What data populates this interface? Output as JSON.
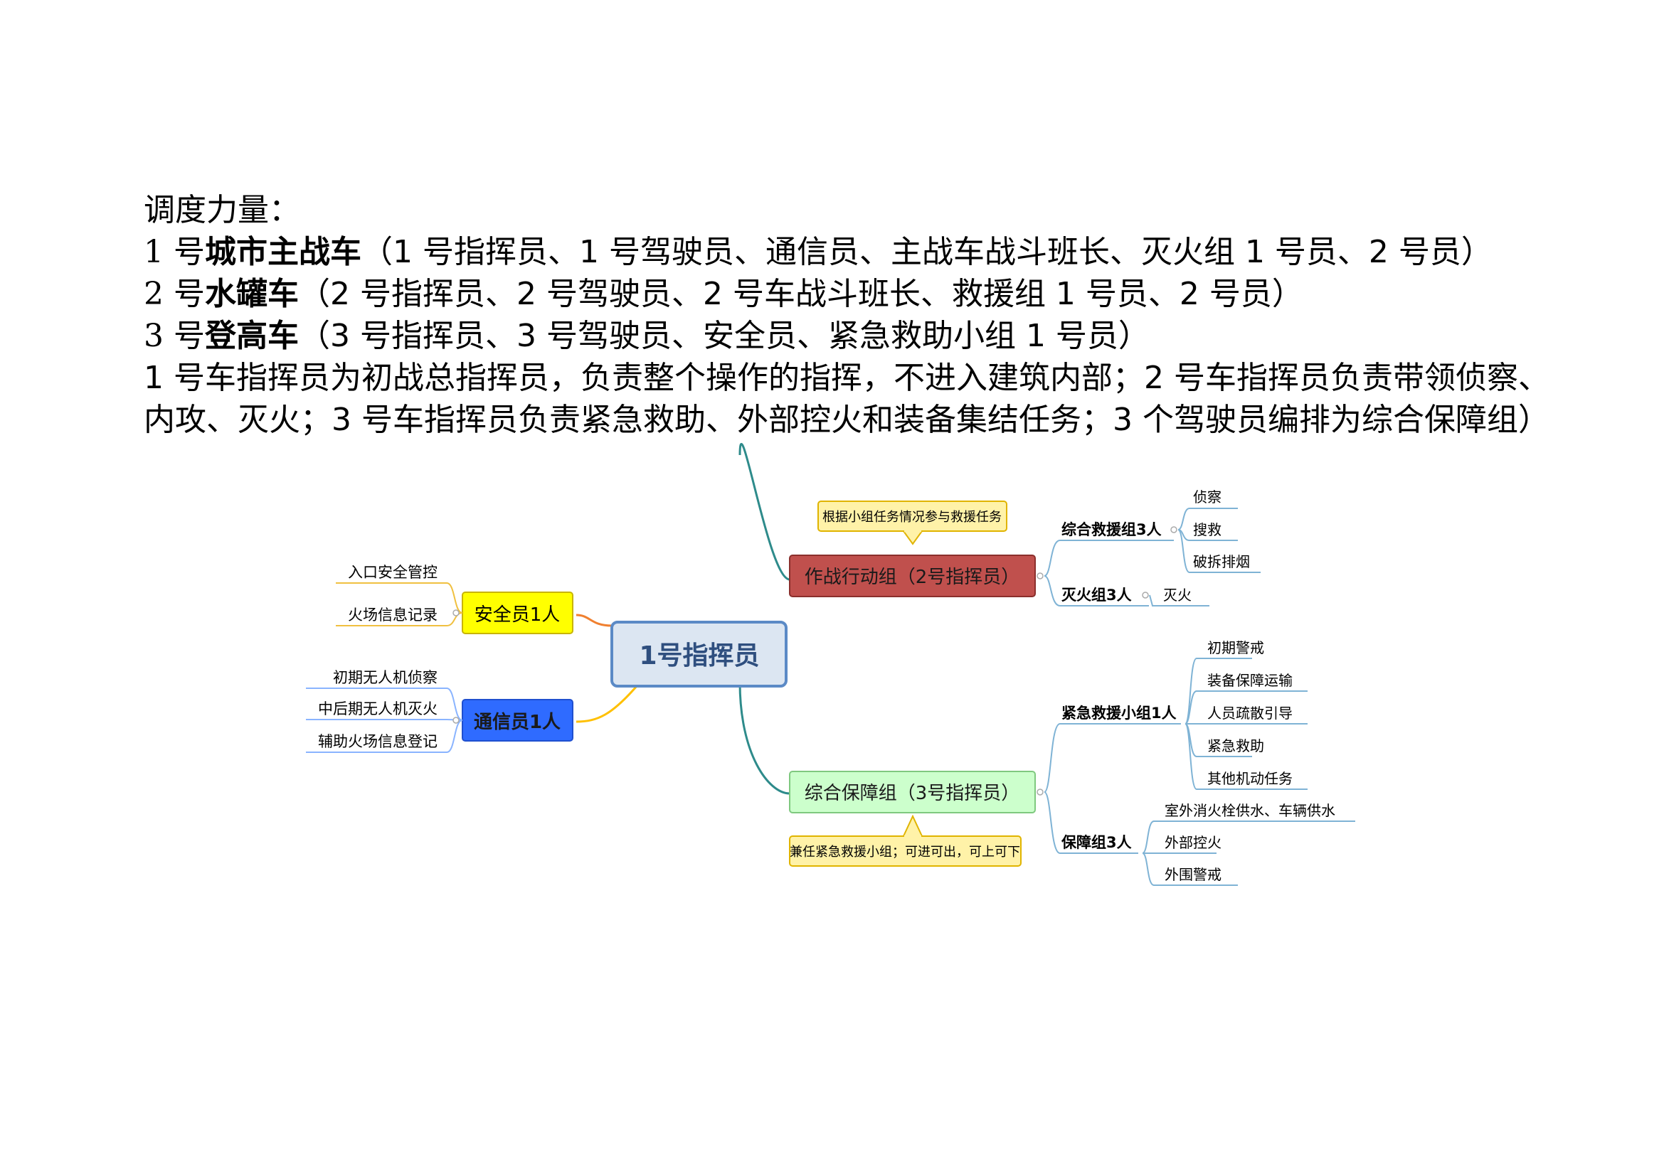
{
  "text": {
    "heading": "调度力量：",
    "vehicles": [
      {
        "num": "1",
        "hao": "号",
        "name": "城市主战车",
        "detail": "（1 号指挥员、1 号驾驶员、通信员、主战车战斗班长、灭火组 1 号员、2 号员）"
      },
      {
        "num": "2",
        "hao": "号",
        "name": "水罐车",
        "detail": "（2 号指挥员、2 号驾驶员、2 号车战斗班长、救援组 1 号员、2 号员）"
      },
      {
        "num": "3",
        "hao": "号",
        "name": "登高车",
        "detail": "（3 号指挥员、3 号驾驶员、安全员、紧急救助小组 1 号员）"
      }
    ],
    "paragraph": "1 号车指挥员为初战总指挥员，负责整个操作的指挥，不进入建筑内部；2 号车指挥员负责带领侦察、内攻、灭火；3 号车指挥员负责紧急救助、外部控火和装备集结任务；3 个驾驶员编排为综合保障组）"
  },
  "mindmap": {
    "root": "1号指挥员",
    "left": [
      {
        "label": "安全员1人",
        "color": "#ffff00",
        "children": [
          "入口安全管控",
          "火场信息记录"
        ]
      },
      {
        "label": "通信员1人",
        "color": "#2f6bff",
        "children": [
          "初期无人机侦察",
          "中后期无人机灭火",
          "辅助火场信息登记"
        ]
      }
    ],
    "right": [
      {
        "label": "作战行动组（2号指挥员）",
        "color": "#c0504d",
        "callout": "根据小组任务情况参与救援任务",
        "groups": [
          {
            "label": "综合救援组3人",
            "children": [
              "侦察",
              "搜救",
              "破拆排烟"
            ]
          },
          {
            "label": "灭火组3人",
            "children": [
              "灭火"
            ]
          }
        ]
      },
      {
        "label": "综合保障组（3号指挥员）",
        "color": "#ccffcc",
        "callout": "兼任紧急救援小组；可进可出，可上可下",
        "groups": [
          {
            "label": "紧急救援小组1人",
            "children": [
              "初期警戒",
              "装备保障运输",
              "人员疏散引导",
              "紧急救助",
              "其他机动任务"
            ]
          },
          {
            "label": "保障组3人",
            "children": [
              "室外消火栓供水、车辆供水",
              "外部控火",
              "外围警戒"
            ]
          }
        ]
      }
    ]
  }
}
